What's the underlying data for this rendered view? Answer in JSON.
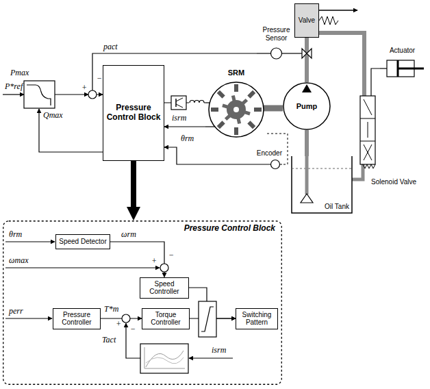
{
  "diagram": {
    "nodes": [
      {
        "text": [
          "Pressure Control Block"
        ]
      },
      {
        "text": [
          "Pressure Sensor"
        ]
      },
      {
        "text": [
          "Valve"
        ]
      },
      {
        "text": [
          "Actuator"
        ]
      },
      {
        "text": [
          "SRM"
        ]
      },
      {
        "text": [
          "Pump"
        ]
      },
      {
        "text": [
          "Solenoid Valve"
        ]
      },
      {
        "text": [
          "Encoder"
        ]
      },
      {
        "text": [
          "Oil Tank"
        ]
      },
      {
        "text": [
          "Pressure Control Block"
        ]
      },
      {
        "text": [
          "Speed Detector"
        ],
        "in": 9
      },
      {
        "text": [
          "Speed Controller"
        ],
        "in": 9
      },
      {
        "text": [
          "Pressure Controller"
        ],
        "in": 9
      },
      {
        "text": [
          "Torque Controller"
        ],
        "in": 9
      },
      {
        "text": [
          "Switching Pattern"
        ],
        "in": 9
      }
    ],
    "edges": [
      {
        "from": 1,
        "to": 0,
        "label": "pact",
        "arrow": "to"
      },
      {
        "from": 0,
        "to": 4,
        "arrow": "none"
      },
      {
        "from": 4,
        "to": 0,
        "label": "isrm",
        "arrow": "to"
      },
      {
        "from": 7,
        "to": 0,
        "label": "θrm",
        "arrow": "to"
      },
      {
        "from": 4,
        "to": 5,
        "arrow": "none"
      },
      {
        "from": 4,
        "to": 7,
        "arrow": "none"
      },
      {
        "from": 5,
        "to": 2,
        "arrow": "none"
      },
      {
        "from": 8,
        "to": 5,
        "arrow": "none"
      },
      {
        "from": 2,
        "to": 6,
        "arrow": "none"
      },
      {
        "from": 6,
        "to": 3,
        "arrow": "none"
      },
      {
        "from": 0,
        "to": 9,
        "arrow": "to"
      },
      {
        "from": 10,
        "to": 11,
        "label": "ωrm",
        "arrow": "to"
      },
      {
        "from": 11,
        "to": 14,
        "arrow": "to"
      },
      {
        "from": 12,
        "to": 13,
        "label": "T*m",
        "arrow": "to"
      },
      {
        "from": 13,
        "to": 14,
        "arrow": "to"
      }
    ],
    "labels": [
      "Pmax",
      "P*ref",
      "Qmax",
      "+",
      "−",
      "θrm",
      "ωmax",
      "+",
      "−",
      "perr",
      "+",
      "−",
      "Tact",
      "isrm"
    ]
  }
}
